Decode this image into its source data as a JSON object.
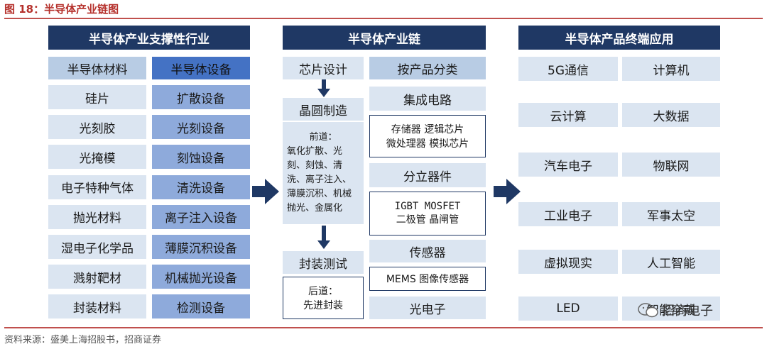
{
  "figure_title": "图 18：半导体产业链图",
  "source": "资料来源：盛美上海招股书，招商证券",
  "watermark": "招商电子",
  "colors": {
    "title_red": "#b5302b",
    "navy": "#1f3864",
    "light_blue": "#dbe5f1",
    "mid_blue": "#b8cce4",
    "dark_blue": "#8eaadb",
    "accent_blue": "#4472c4"
  },
  "left": {
    "title": "半导体产业支撑性行业",
    "headers": [
      "半导体材料",
      "半导体设备"
    ],
    "materials": [
      "硅片",
      "光刻胶",
      "光掩模",
      "电子特种气体",
      "抛光材料",
      "湿电子化学品",
      "溅射靶材",
      "封装材料"
    ],
    "equipment": [
      "扩散设备",
      "光刻设备",
      "刻蚀设备",
      "清洗设备",
      "离子注入设备",
      "薄膜沉积设备",
      "机械抛光设备",
      "检测设备"
    ]
  },
  "middle": {
    "title": "半导体产业链",
    "design": "芯片设计",
    "fab": "晶圆制造",
    "fab_detail_title": "前道：",
    "fab_detail": [
      "氧化扩散、光",
      "刻、刻蚀、清",
      "洗、离子注入、",
      "薄膜沉积、机械",
      "抛光、金属化"
    ],
    "packaging": "封装测试",
    "packaging_detail": [
      "后道：",
      "先进封装"
    ],
    "classify": "按产品分类",
    "ic": "集成电路",
    "ic_detail": [
      "存储器 逻辑芯片",
      "微处理器 模拟芯片"
    ],
    "discrete": "分立器件",
    "discrete_detail": [
      "IGBT MOSFET",
      "二极管 晶闸管"
    ],
    "sensor": "传感器",
    "sensor_detail": "MEMS 图像传感器",
    "opto": "光电子"
  },
  "right": {
    "title": "半导体产品终端应用",
    "apps": [
      [
        "5G通信",
        "计算机"
      ],
      [
        "云计算",
        "大数据"
      ],
      [
        "汽车电子",
        "物联网"
      ],
      [
        "工业电子",
        "军事太空"
      ],
      [
        "虚拟现实",
        "人工智能"
      ],
      [
        "LED",
        "智能穿戴"
      ]
    ]
  }
}
